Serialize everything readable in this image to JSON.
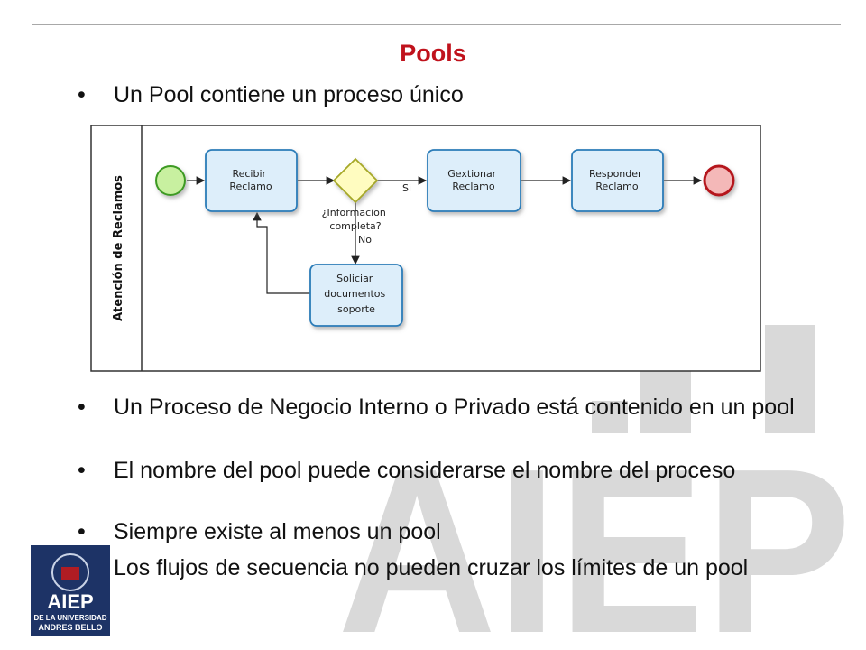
{
  "slide": {
    "title": "Pools",
    "bullet_char": "•",
    "bullets": [
      "Un Pool contiene un proceso único",
      "Un Proceso de Negocio Interno o Privado está contenido en un pool",
      "El nombre del pool puede considerarse el nombre del proceso",
      "Siempre existe al menos un pool",
      "Los flujos de secuencia no pueden cruzar los límites de un pool"
    ]
  },
  "diagram": {
    "pool_label": "Atención de Reclamos",
    "tasks": {
      "recibir": [
        "Recibir",
        "Reclamo"
      ],
      "gestionar": [
        "Gextionar",
        "Reclamo"
      ],
      "responder": [
        "Responder",
        "Reclamo"
      ],
      "solicitar": [
        "Soliciar",
        "documentos",
        "soporte"
      ]
    },
    "gateway": [
      "¿Informacion",
      "completa?"
    ],
    "flow_yes": "Si",
    "flow_no": "No"
  },
  "branding": {
    "logo_text": "AIEP",
    "logo_sub_1": "DE LA UNIVERSIDAD",
    "logo_sub_2": "ANDRES BELLO",
    "watermark_text": "AIEP",
    "colors": {
      "title": "#c0121c",
      "task_fill": "#ddeefa",
      "task_stroke": "#2b7cb8",
      "start_fill": "#c8f0a0",
      "start_stroke": "#3c9a24",
      "end_fill": "#f4b8b8",
      "end_stroke": "#b5121b",
      "gateway_fill": "#fffcc0",
      "gateway_stroke": "#a6a828",
      "logo_bg": "#1d3366",
      "watermark": "#d9d9d9"
    }
  }
}
